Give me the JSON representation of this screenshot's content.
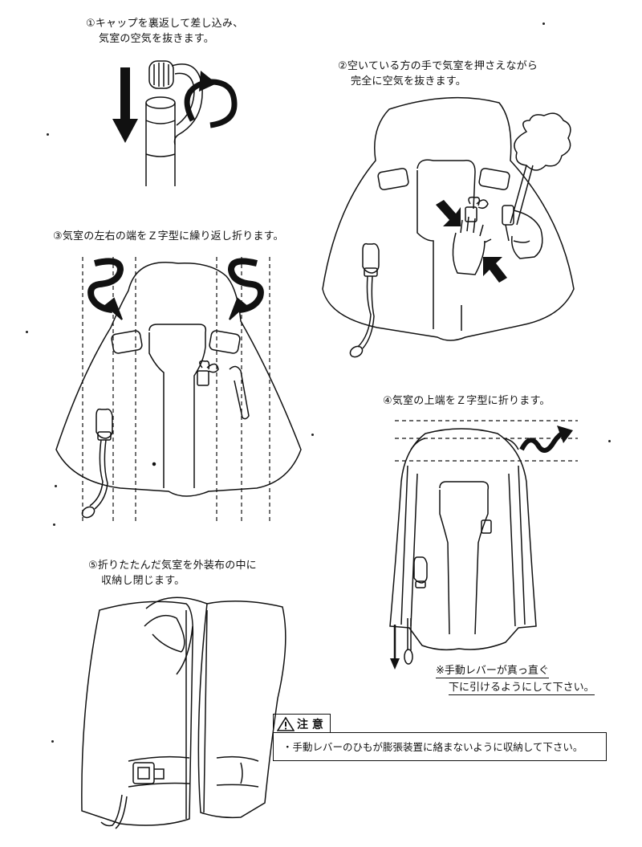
{
  "steps": [
    {
      "line1": "①キャップを裏返して差し込み、",
      "line2": "気室の空気を抜きます。"
    },
    {
      "line1": "②空いている方の手で気室を押さえながら",
      "line2": "完全に空気を抜きます。"
    },
    {
      "line1": "③気室の左右の端をＺ字型に繰り返し折ります。",
      "line2": ""
    },
    {
      "line1": "④気室の上端をＺ字型に折ります。",
      "line2": ""
    },
    {
      "line1": "⑤折りたたんだ気室を外装布の中に",
      "line2": "収納し閉じます。"
    }
  ],
  "lever_note": {
    "line1": "※手動レバーが真っ直ぐ",
    "line2": "下に引けるようにして下さい。"
  },
  "caution": {
    "title": "注 意",
    "text": "・手動レバーのひもが膨張装置に絡まないように収納して下さい。",
    "icon": "warning-triangle-icon"
  }
}
